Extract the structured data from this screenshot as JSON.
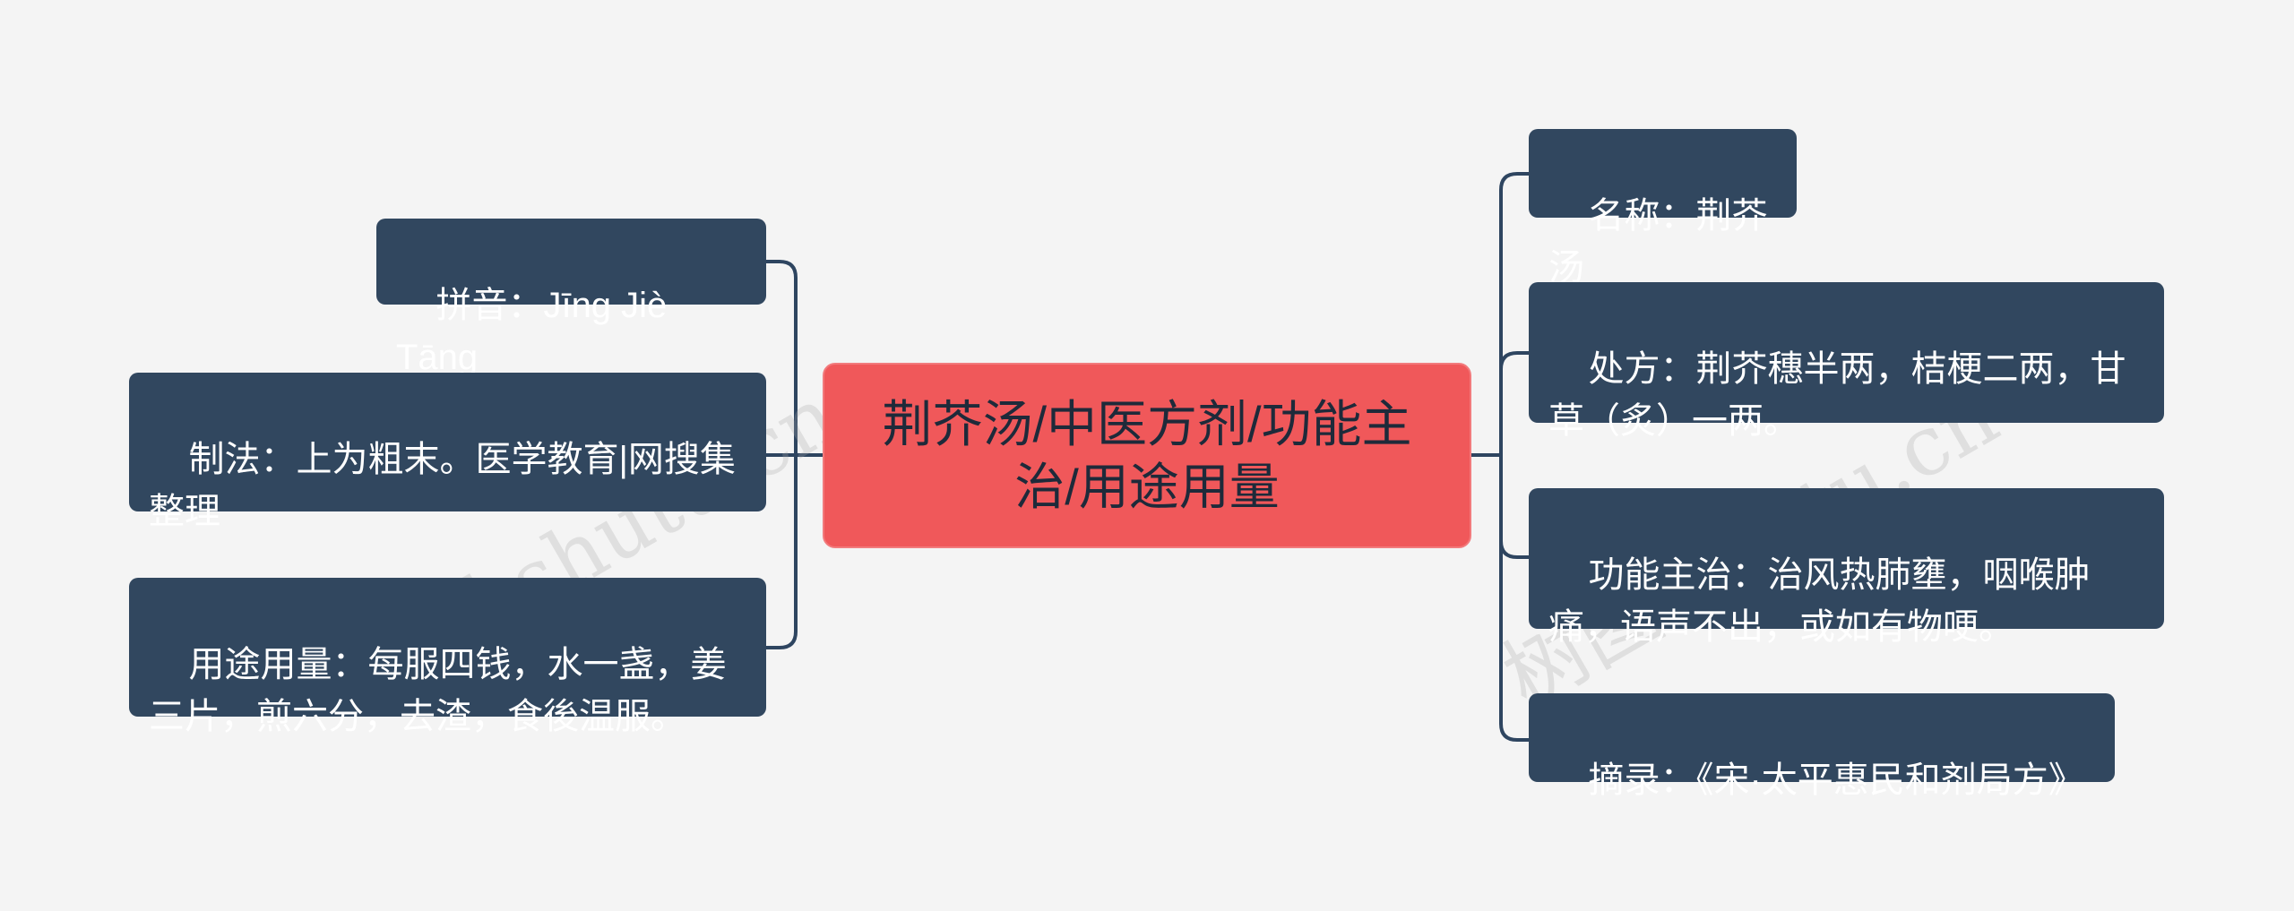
{
  "root": {
    "title": "荆芥汤/中医方剂/功能主治/用途用量"
  },
  "left_branches": [
    {
      "text": "拼音：Jīng Jiè Tāng"
    },
    {
      "text": "制法：上为粗末。医学教育|网搜集整理"
    },
    {
      "text": "用途用量：每服四钱，水一盏，姜三片，煎六分，去渣，食後温服。"
    }
  ],
  "right_branches": [
    {
      "text": "名称：荆芥汤"
    },
    {
      "text": "处方：荆芥穗半两，桔梗二两，甘草（炙）一两。"
    },
    {
      "text": "功能主治：治风热肺壅，咽喉肿痛，语声不出，或如有物哽。"
    },
    {
      "text": "摘录：《宋·太平惠民和剂局方》"
    }
  ],
  "watermarks": [
    {
      "text": "树图 shutu.cn"
    },
    {
      "text": "树图 shutu.cn"
    }
  ],
  "colors": {
    "background": "#f4f4f4",
    "root_fill": "#f0585a",
    "node_fill": "#31475f",
    "connector": "#2e4560",
    "node_text": "#ffffff",
    "root_text": "#1e2a3a"
  }
}
